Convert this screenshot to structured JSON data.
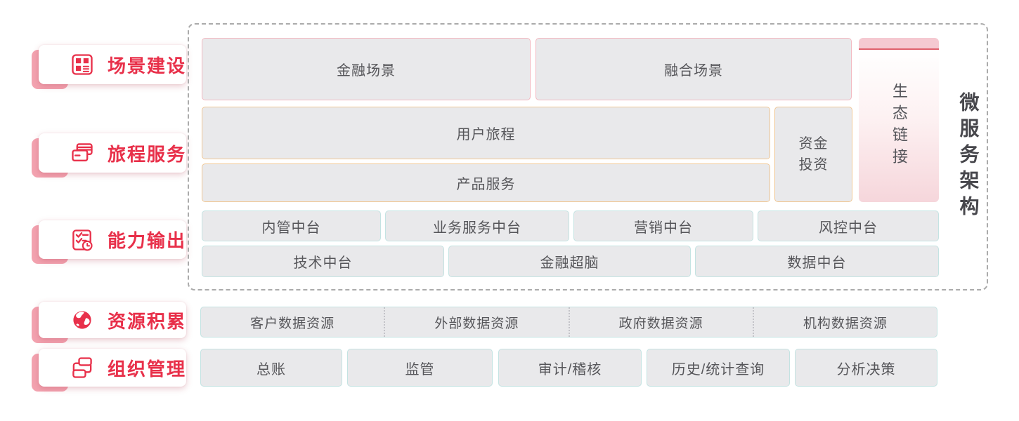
{
  "colors": {
    "accent_red": "#e8304a",
    "pink_tab": "#f3a3b0",
    "box_fill": "#e9e9eb",
    "border_pink": "#f2b9c1",
    "border_orange": "#f0c795",
    "border_teal": "#c4e3e2",
    "eco_cap": "#f5c9d1",
    "eco_line": "#df606c",
    "box_text": "#56565a",
    "arch_text": "#47474c"
  },
  "sidebar": {
    "items": [
      {
        "label": "场景建设",
        "icon": "layout-grid-icon"
      },
      {
        "label": "旅程服务",
        "icon": "journey-cards-icon"
      },
      {
        "label": "能力输出",
        "icon": "checklist-clock-icon"
      },
      {
        "label": "资源积累",
        "icon": "globe-icon"
      },
      {
        "label": "组织管理",
        "icon": "org-structure-icon"
      }
    ]
  },
  "architecture": {
    "vertical_label": "微服务架构",
    "scene_boxes": [
      {
        "label": "金融场景"
      },
      {
        "label": "融合场景"
      }
    ],
    "journey_box": "用户旅程",
    "product_box": "产品服务",
    "investment_box": "资金投资",
    "ecosystem_box": "生态链接",
    "platform_row1": [
      "内管中台",
      "业务服务中台",
      "营销中台",
      "风控中台"
    ],
    "platform_row2": [
      "技术中台",
      "金融超脑",
      "数据中台"
    ]
  },
  "data_resources": {
    "segments": [
      "客户数据资源",
      "外部数据资源",
      "政府数据资源",
      "机构数据资源"
    ]
  },
  "management": {
    "boxes": [
      "总账",
      "监管",
      "审计/稽核",
      "历史/统计查询",
      "分析决策"
    ]
  }
}
